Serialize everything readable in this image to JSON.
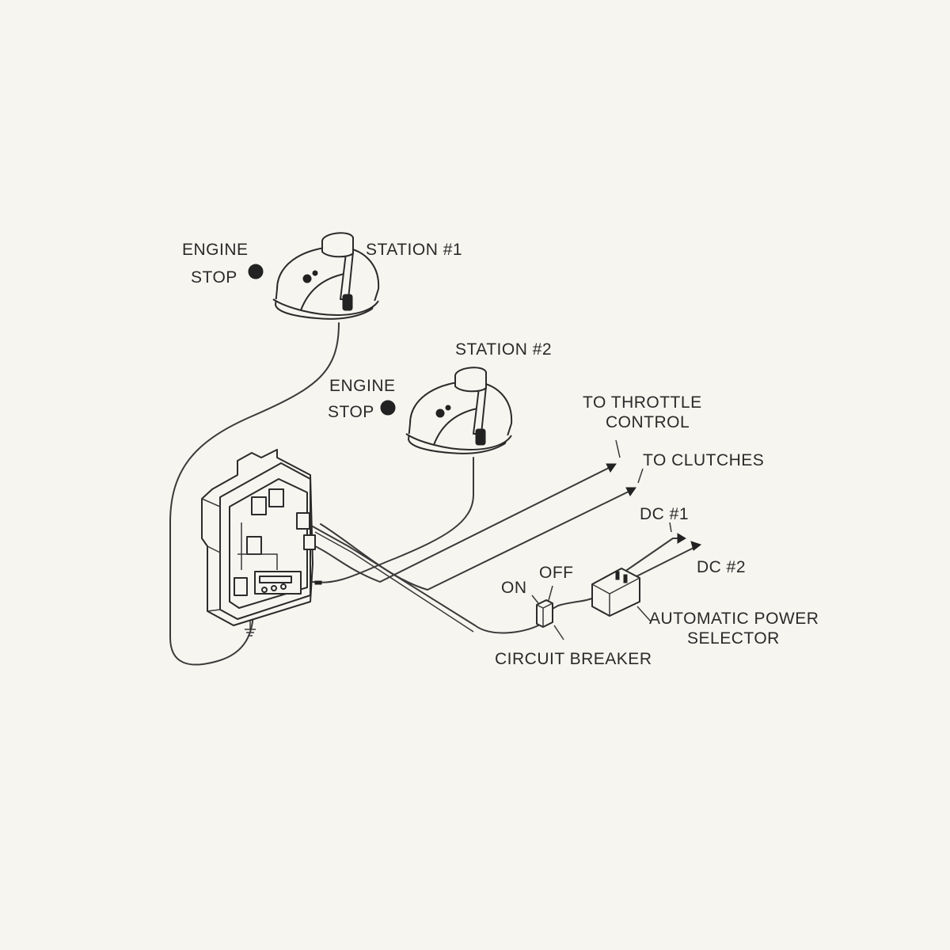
{
  "labels": {
    "engine_stop_1": {
      "line1": "ENGINE",
      "line2": "STOP"
    },
    "station_1": "STATION #1",
    "station_2": "STATION #2",
    "engine_stop_2": {
      "line1": "ENGINE",
      "line2": "STOP"
    },
    "to_throttle": {
      "line1": "TO THROTTLE",
      "line2": "CONTROL"
    },
    "to_clutches": "TO CLUTCHES",
    "dc1": "DC #1",
    "dc2": "DC #2",
    "switch_on": "ON",
    "switch_off": "OFF",
    "automatic_power_selector": {
      "line1": "AUTOMATIC POWER",
      "line2": "SELECTOR"
    },
    "circuit_breaker": "CIRCUIT BREAKER"
  },
  "colors": {
    "background": "#f6f5f0",
    "line": "#2b2b2b"
  }
}
